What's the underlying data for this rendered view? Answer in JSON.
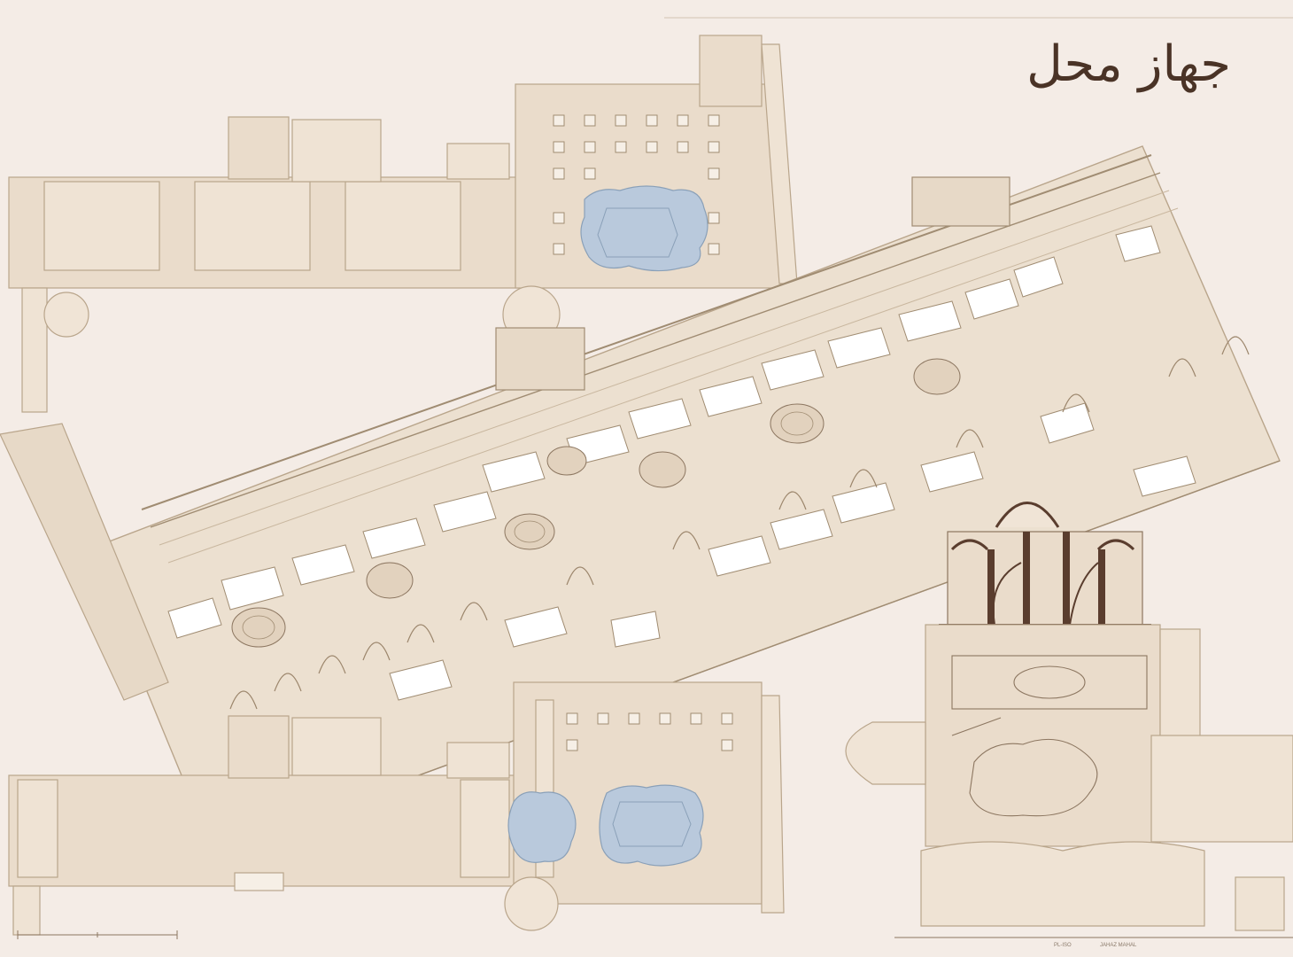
{
  "drawing": {
    "title": "جهاز محل",
    "footer_code": "PL-ISO",
    "footer_label": "JAHAZ MAHAL"
  },
  "colors": {
    "background": "#f4ece6",
    "fill": "#eadccb",
    "line": "#b9a58b",
    "water": "#b9c9dc",
    "section_dark": "#5a3d2e",
    "title_ink": "#4a3326"
  }
}
